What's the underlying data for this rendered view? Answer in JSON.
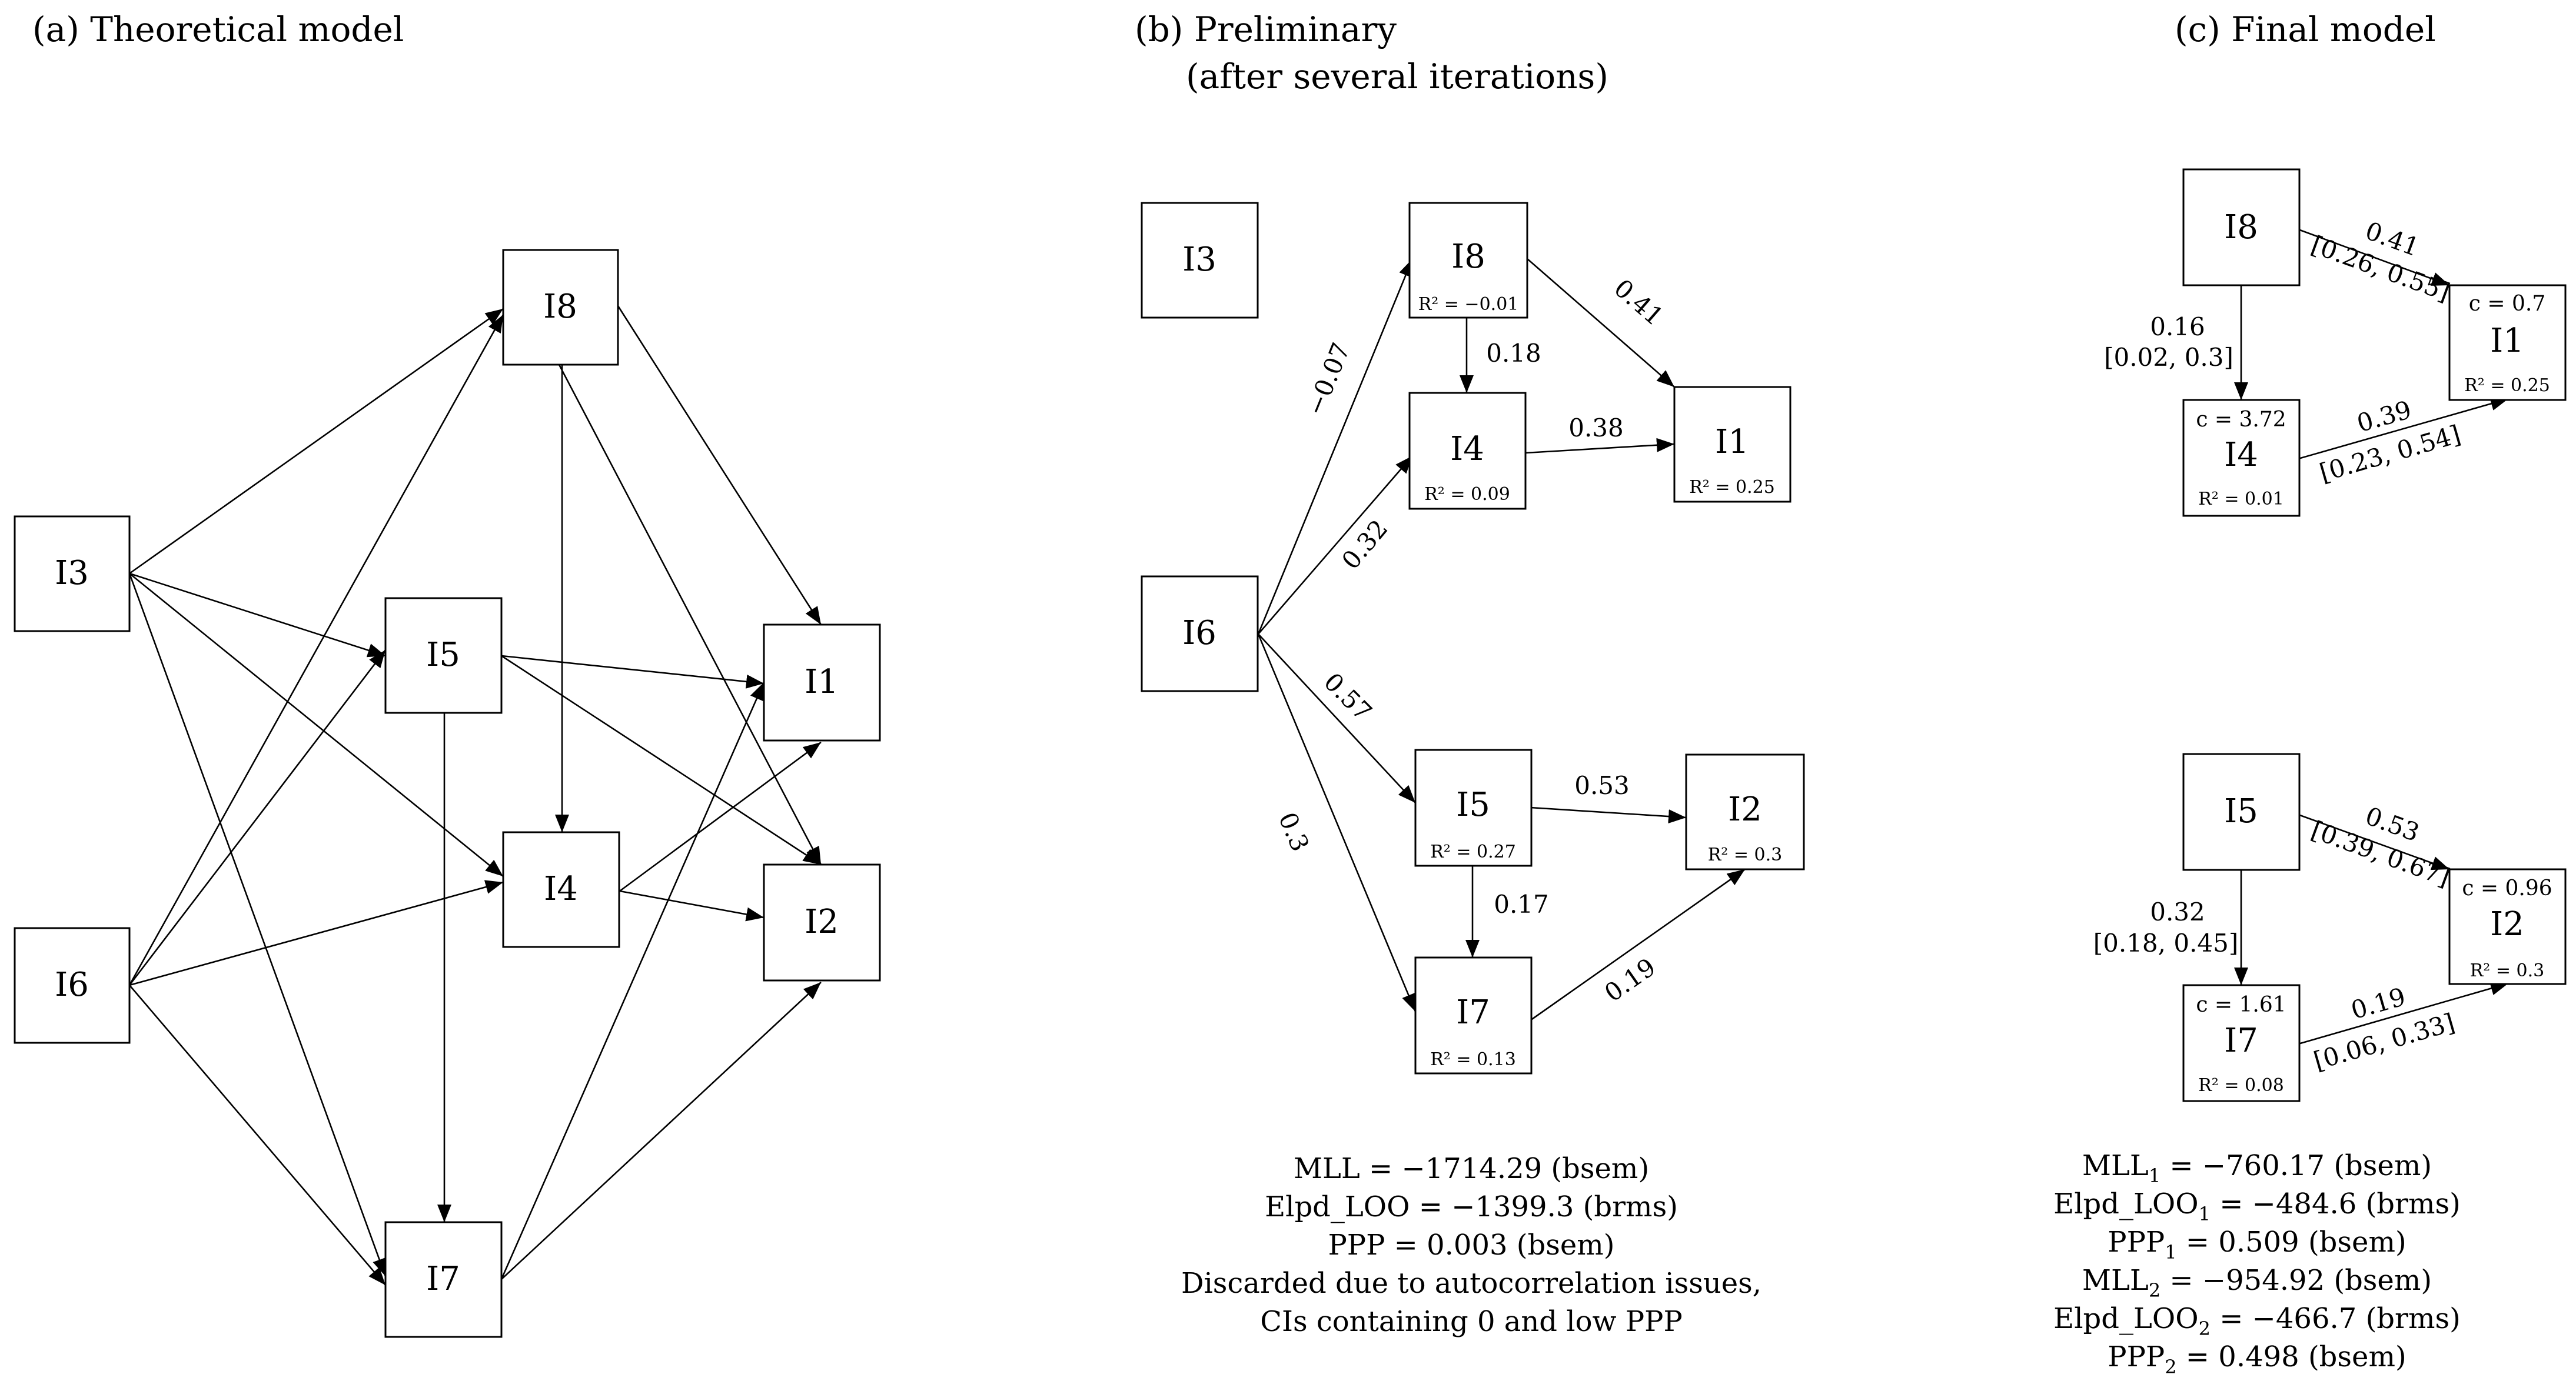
{
  "panels": {
    "a": {
      "title": "(a)  Theoretical model",
      "nodes": {
        "I1": "I1",
        "I2": "I2",
        "I3": "I3",
        "I4": "I4",
        "I5": "I5",
        "I6": "I6",
        "I7": "I7",
        "I8": "I8"
      }
    },
    "b": {
      "title_line1": "(b) Preliminary",
      "title_line2": "(after several iterations)",
      "nodes": {
        "I3": "I3",
        "I8": "I8",
        "I4": "I4",
        "I1": "I1",
        "I6": "I6",
        "I5": "I5",
        "I2": "I2",
        "I7": "I7"
      },
      "r2": {
        "I8": "R² = −0.01",
        "I4": "R² = 0.09",
        "I1": "R² = 0.25",
        "I5": "R² = 0.27",
        "I2": "R² = 0.3",
        "I7": "R² = 0.13"
      },
      "edges": {
        "I6_I8": "−0.07",
        "I6_I4": "0.32",
        "I6_I5": "0.57",
        "I6_I7": "0.3",
        "I8_I4": "0.18",
        "I8_I1": "0.41",
        "I4_I1": "0.38",
        "I5_I2": "0.53",
        "I5_I7": "0.17",
        "I7_I2": "0.19"
      },
      "stats": [
        "MLL = −1714.29 (bsem)",
        "Elpd_LOO = −1399.3 (brms)",
        "PPP = 0.003 (bsem)",
        "Discarded due to autocorrelation issues,",
        "CIs containing 0 and low PPP"
      ]
    },
    "c": {
      "title": "(c) Final model",
      "nodes": {
        "I8": "I8",
        "I4": "I4",
        "I1": "I1",
        "I5": "I5",
        "I7": "I7",
        "I2": "I2"
      },
      "c_values": {
        "I4": "c = 3.72",
        "I1": "c = 0.7",
        "I7": "c = 1.61",
        "I2": "c = 0.96"
      },
      "r2": {
        "I4": "R² = 0.01",
        "I1": "R² = 0.25",
        "I7": "R² = 0.08",
        "I2": "R² = 0.3"
      },
      "edges": {
        "I8_I1": {
          "est": "0.41",
          "ci": "[0.26, 0.55]"
        },
        "I8_I4": {
          "est": "0.16",
          "ci": "[0.02, 0.3]"
        },
        "I4_I1": {
          "est": "0.39",
          "ci": "[0.23, 0.54]"
        },
        "I5_I2": {
          "est": "0.53",
          "ci": "[0.39, 0.67]"
        },
        "I5_I7": {
          "est": "0.32",
          "ci": "[0.18, 0.45]"
        },
        "I7_I2": {
          "est": "0.19",
          "ci": "[0.06, 0.33]"
        }
      },
      "stats": [
        {
          "prefix": "MLL",
          "sub": "1",
          "rest": " = −760.17 (bsem)"
        },
        {
          "prefix": "Elpd_LOO",
          "sub": "1",
          "rest": " = −484.6 (brms)"
        },
        {
          "prefix": "PPP",
          "sub": "1",
          "rest": " = 0.509 (bsem)"
        },
        {
          "prefix": "MLL",
          "sub": "2",
          "rest": " = −954.92 (bsem)"
        },
        {
          "prefix": "Elpd_LOO",
          "sub": "2",
          "rest": " = −466.7 (brms)"
        },
        {
          "prefix": "PPP",
          "sub": "2",
          "rest": " = 0.498 (bsem)"
        }
      ]
    }
  }
}
